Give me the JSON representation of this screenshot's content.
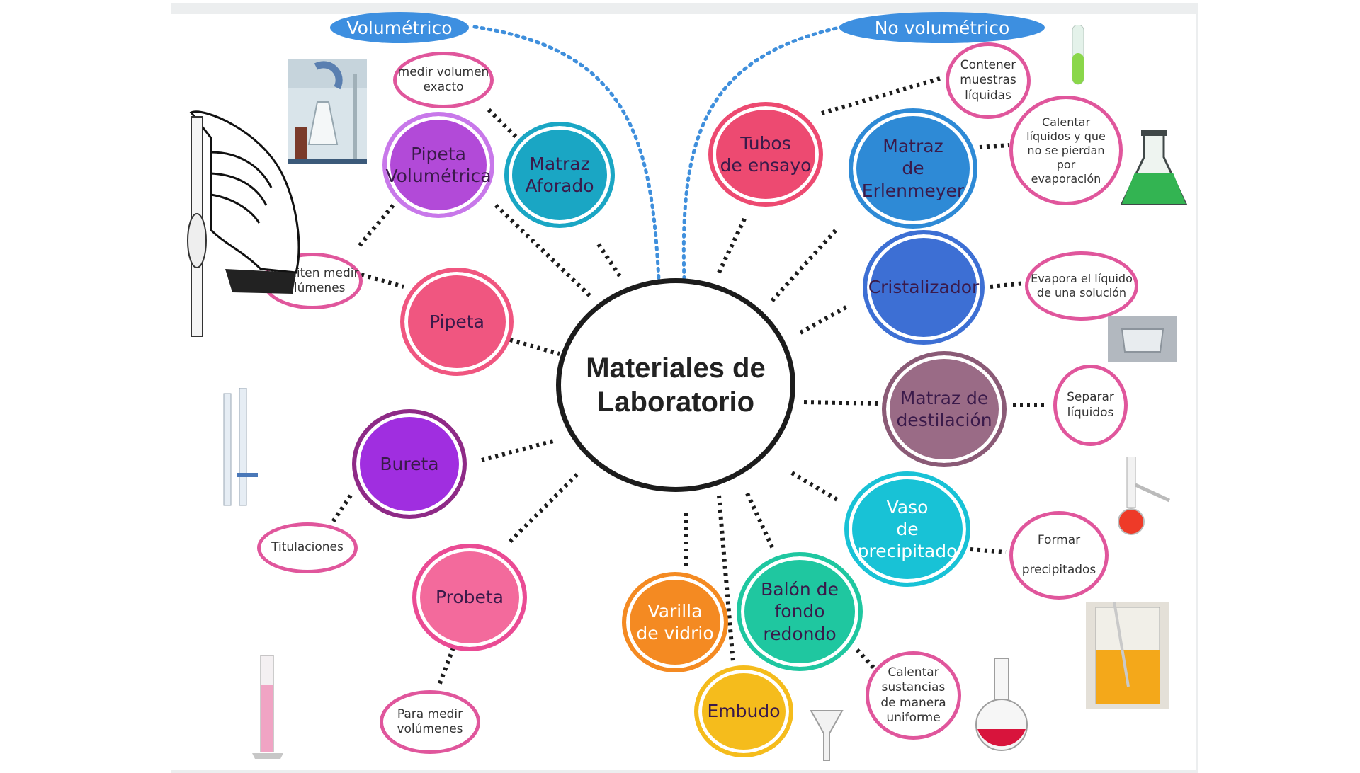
{
  "title": "Materiales de\nLaboratorio",
  "categories": {
    "volumetric": "Volumétrico",
    "non_volumetric": "No volumétrico"
  },
  "instruments": [
    {
      "key": "pipeta_volumetrica",
      "label": "Pipeta\nVolumétrica",
      "color": "#b24ad8",
      "ring": "#c878ea"
    },
    {
      "key": "matraz_aforado",
      "label": "Matraz\nAforado",
      "color": "#1aa6c4",
      "ring": "#1aa6c4"
    },
    {
      "key": "pipeta",
      "label": "Pipeta",
      "color": "#f05680",
      "ring": "#f05680"
    },
    {
      "key": "bureta",
      "label": "Bureta",
      "color": "#a02ee0",
      "ring": "#8e2a86"
    },
    {
      "key": "probeta",
      "label": "Probeta",
      "color": "#f36a9c",
      "ring": "#ea4b94"
    },
    {
      "key": "tubos_ensayo",
      "label": "Tubos\nde ensayo",
      "color": "#ed4a71",
      "ring": "#ed4a71"
    },
    {
      "key": "matraz_erlenmeyer",
      "label": "Matraz\nde\nErlenmeyer",
      "color": "#2e8ad6",
      "ring": "#2e8ad6"
    },
    {
      "key": "cristalizador",
      "label": "Cristalizador",
      "color": "#3d6fd4",
      "ring": "#3d6fd4"
    },
    {
      "key": "matraz_destilacion",
      "label": "Matraz de\ndestilación",
      "color": "#9a6b86",
      "ring": "#8a5a76"
    },
    {
      "key": "vaso_precipitado",
      "label": "Vaso\nde precipitado",
      "color": "#18c2d6",
      "ring": "#18c2d6"
    },
    {
      "key": "balon_fondo_redondo",
      "label": "Balón de\nfondo\nredondo",
      "color": "#1fc7a0",
      "ring": "#1fc7a0"
    },
    {
      "key": "varilla_vidrio",
      "label": "Varilla\nde vidrio",
      "color": "#f48a22",
      "ring": "#f48a22"
    },
    {
      "key": "embudo",
      "label": "Embudo",
      "color": "#f5bc1c",
      "ring": "#f5bc1c"
    }
  ],
  "descriptions": [
    {
      "key": "medir_volumen",
      "text": "medir volumen\nexacto"
    },
    {
      "key": "permiten_medir",
      "text": "Permiten medir\nvolúmenes"
    },
    {
      "key": "titulaciones",
      "text": "Titulaciones"
    },
    {
      "key": "para_medir",
      "text": "Para medir\nvolúmenes"
    },
    {
      "key": "contener",
      "text": "Contener\nmuestras\nlíquidas"
    },
    {
      "key": "calentar_liquidos",
      "text": "Calentar\nlíquidos y que\nno se pierdan\npor\nevaporación"
    },
    {
      "key": "evapora",
      "text": "Evapora el líquido\nde una solución"
    },
    {
      "key": "separar",
      "text": "Separar\nlíquidos"
    },
    {
      "key": "formar",
      "text": "Formar\n\nprecipitados"
    },
    {
      "key": "calentar_sustancias",
      "text": "Calentar\nsustancias\nde manera\nuniforme"
    }
  ],
  "pictures": [
    "pipette-hand-drawing",
    "lab-photo",
    "test-tube-green",
    "erlenmeyer-green",
    "crystallizer-dish",
    "burettes",
    "distillation-flask-red",
    "beaker-yellow",
    "graduated-cylinder-pink",
    "funnel",
    "round-flask-red"
  ]
}
